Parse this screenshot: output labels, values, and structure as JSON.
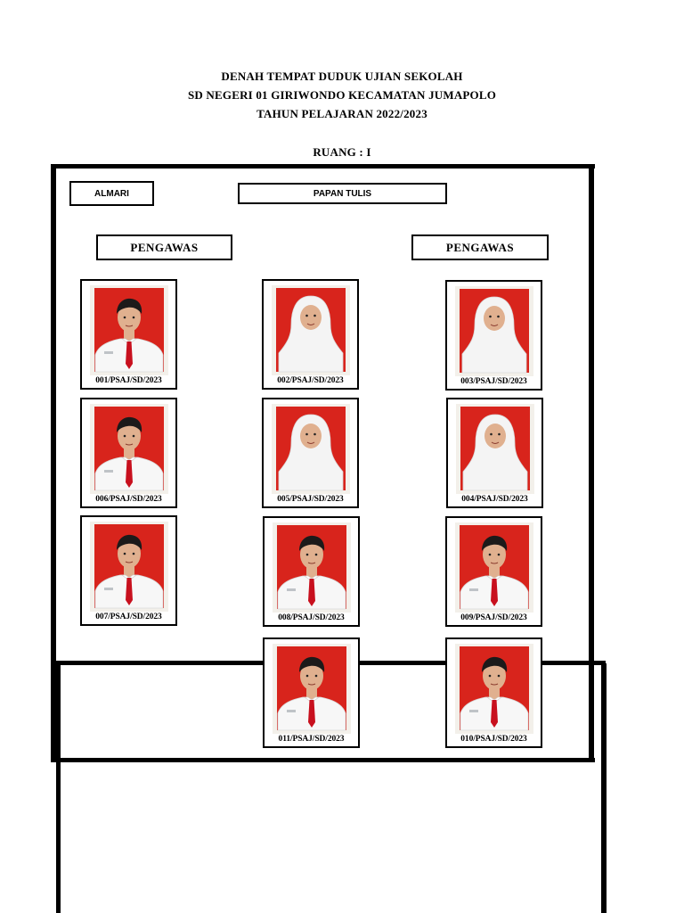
{
  "header": {
    "line1": "DENAH TEMPAT DUDUK UJIAN SEKOLAH",
    "line2": "SD NEGERI 01 GIRIWONDO KECAMATAN JUMAPOLO",
    "line3": "TAHUN PELAJARAN 2022/2023",
    "room": "RUANG : I"
  },
  "room": {
    "cupboard": "ALMARI",
    "whiteboard": "PAPAN TULIS",
    "supervisor_left": "PENGAWAS",
    "supervisor_right": "PENGAWAS"
  },
  "seats": [
    {
      "code": "001/PSAJ/SD/2023",
      "attire": "boy"
    },
    {
      "code": "002/PSAJ/SD/2023",
      "attire": "hijab"
    },
    {
      "code": "003/PSAJ/SD/2023",
      "attire": "hijab"
    },
    {
      "code": "006/PSAJ/SD/2023",
      "attire": "boy"
    },
    {
      "code": "005/PSAJ/SD/2023",
      "attire": "hijab"
    },
    {
      "code": "004/PSAJ/SD/2023",
      "attire": "hijab"
    },
    {
      "code": "007/PSAJ/SD/2023",
      "attire": "boy"
    },
    {
      "code": "008/PSAJ/SD/2023",
      "attire": "boy"
    },
    {
      "code": "009/PSAJ/SD/2023",
      "attire": "boy"
    },
    {
      "code": "011/PSAJ/SD/2023",
      "attire": "boy"
    },
    {
      "code": "010/PSAJ/SD/2023",
      "attire": "boy"
    }
  ],
  "colors": {
    "photo_background": "#d8241c",
    "uniform": "#f7f7f7",
    "tie": "#c8101e",
    "hijab": "#f4f4f4",
    "hair": "#1c1a1a",
    "skin": "#e0b08f"
  }
}
